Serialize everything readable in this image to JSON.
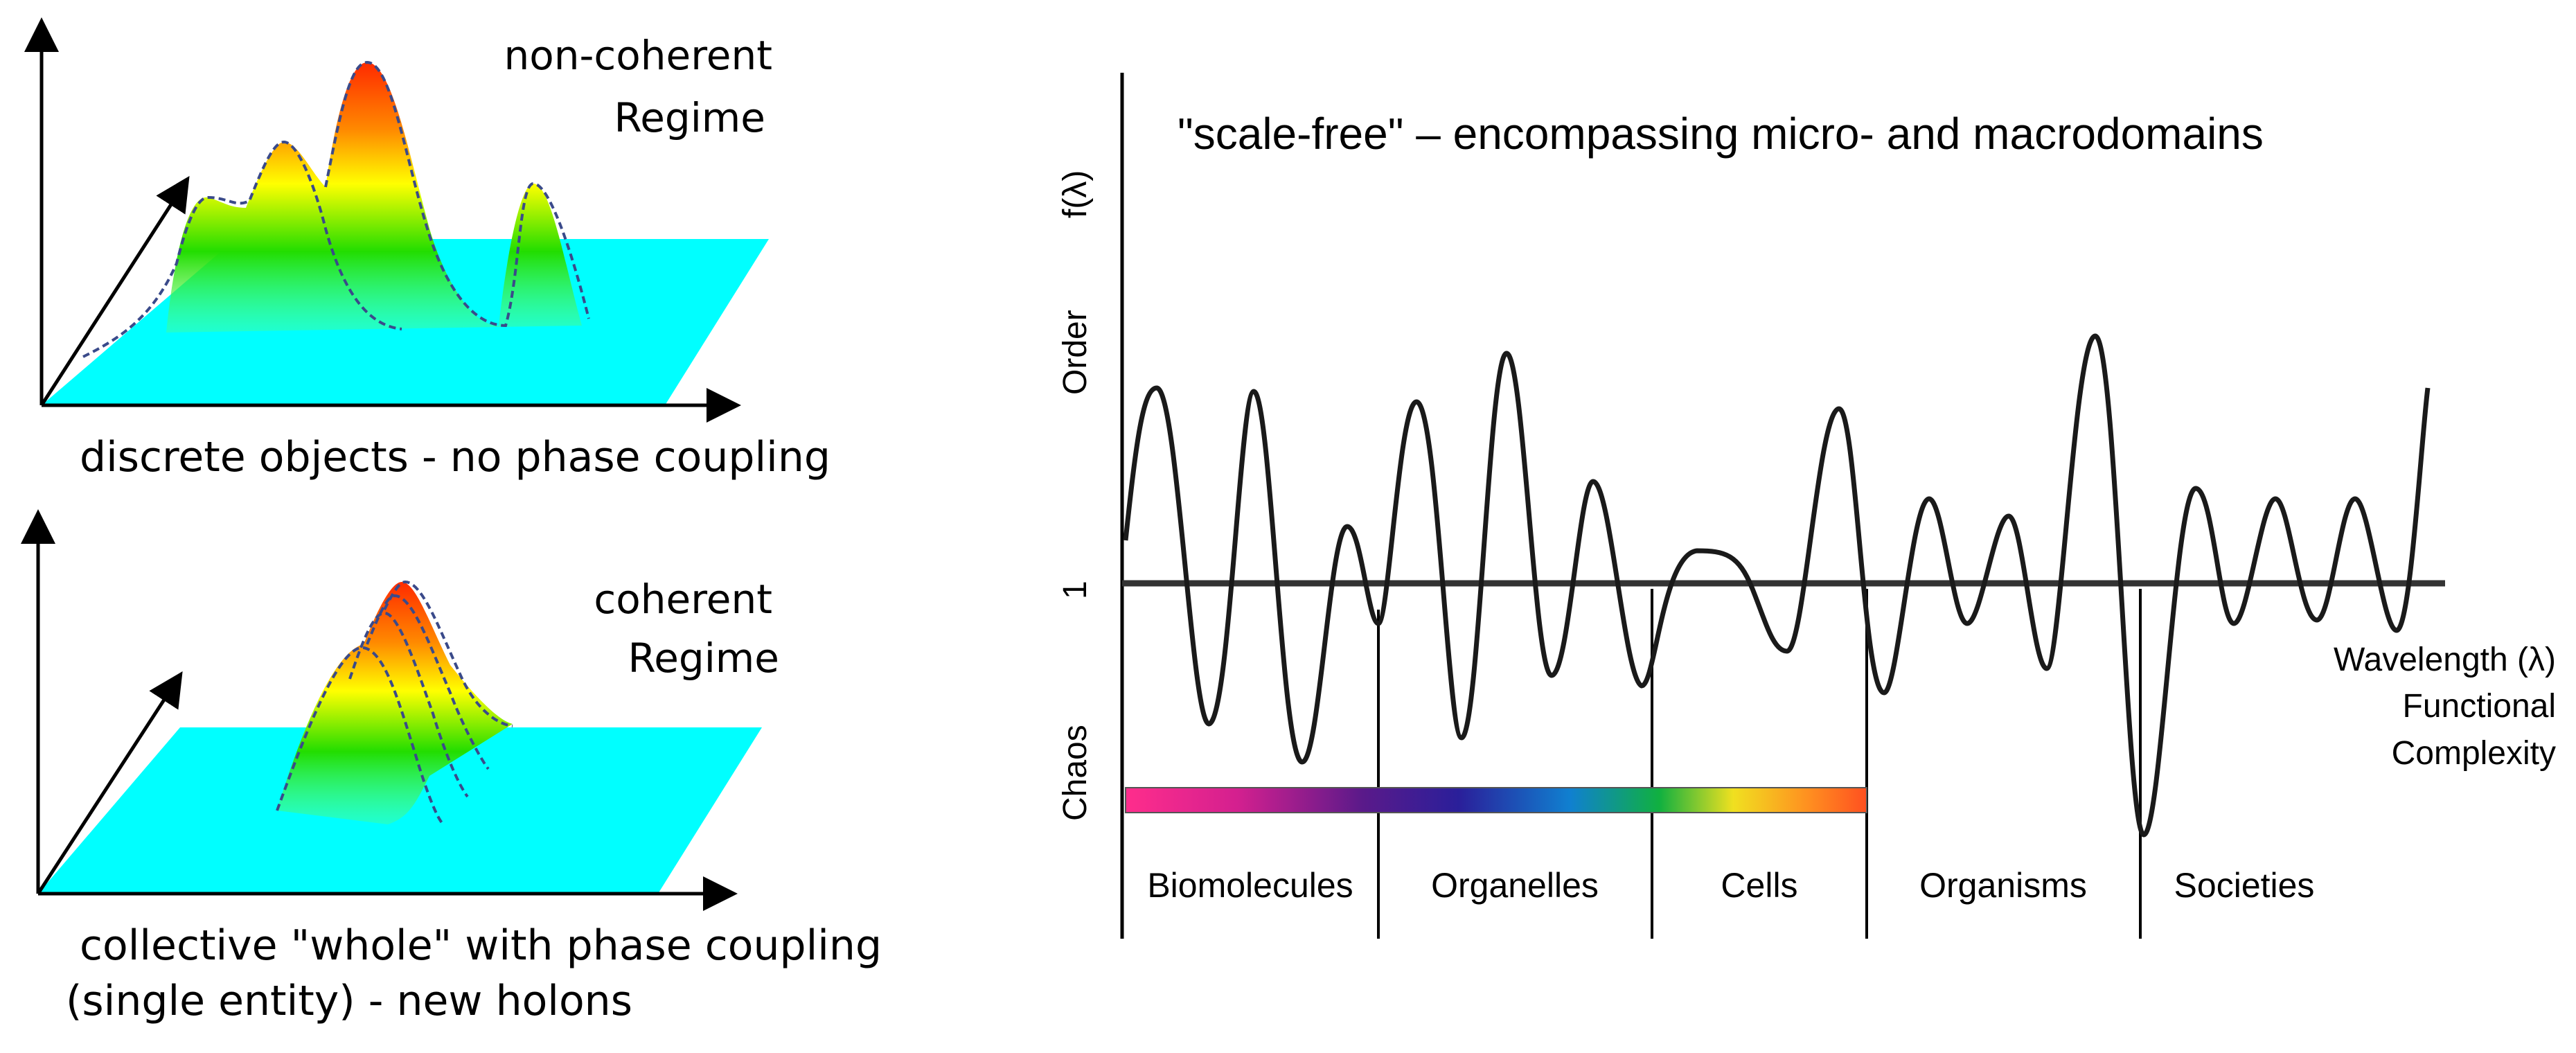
{
  "left_panel": {
    "top": {
      "regime_line1": "non-coherent",
      "regime_line2": "Regime",
      "caption": "discrete objects - no phase coupling"
    },
    "bottom": {
      "regime_line1": "coherent",
      "regime_line2": "Regime",
      "caption_line1": "collective \"whole\" with phase coupling",
      "caption_line2": "(single entity) - new holons"
    },
    "colors": {
      "plane": "#00ffff",
      "peak_top": "#ff3b00",
      "peak_mid": "#ffff00",
      "peak_base": "#00e000"
    }
  },
  "right_panel": {
    "title": "\"scale-free\" – encompassing micro- and macrodomains",
    "y_axis": {
      "label_top": "f(λ)",
      "label_order": "Order",
      "label_one": "1",
      "label_chaos": "Chaos"
    },
    "x_axis": {
      "label_line1": "Wavelength (λ)",
      "label_line2": "Functional",
      "label_line3": "Complexity"
    },
    "domains": [
      "Biomolecules",
      "Organelles",
      "Cells",
      "Organisms",
      "Societies"
    ]
  }
}
